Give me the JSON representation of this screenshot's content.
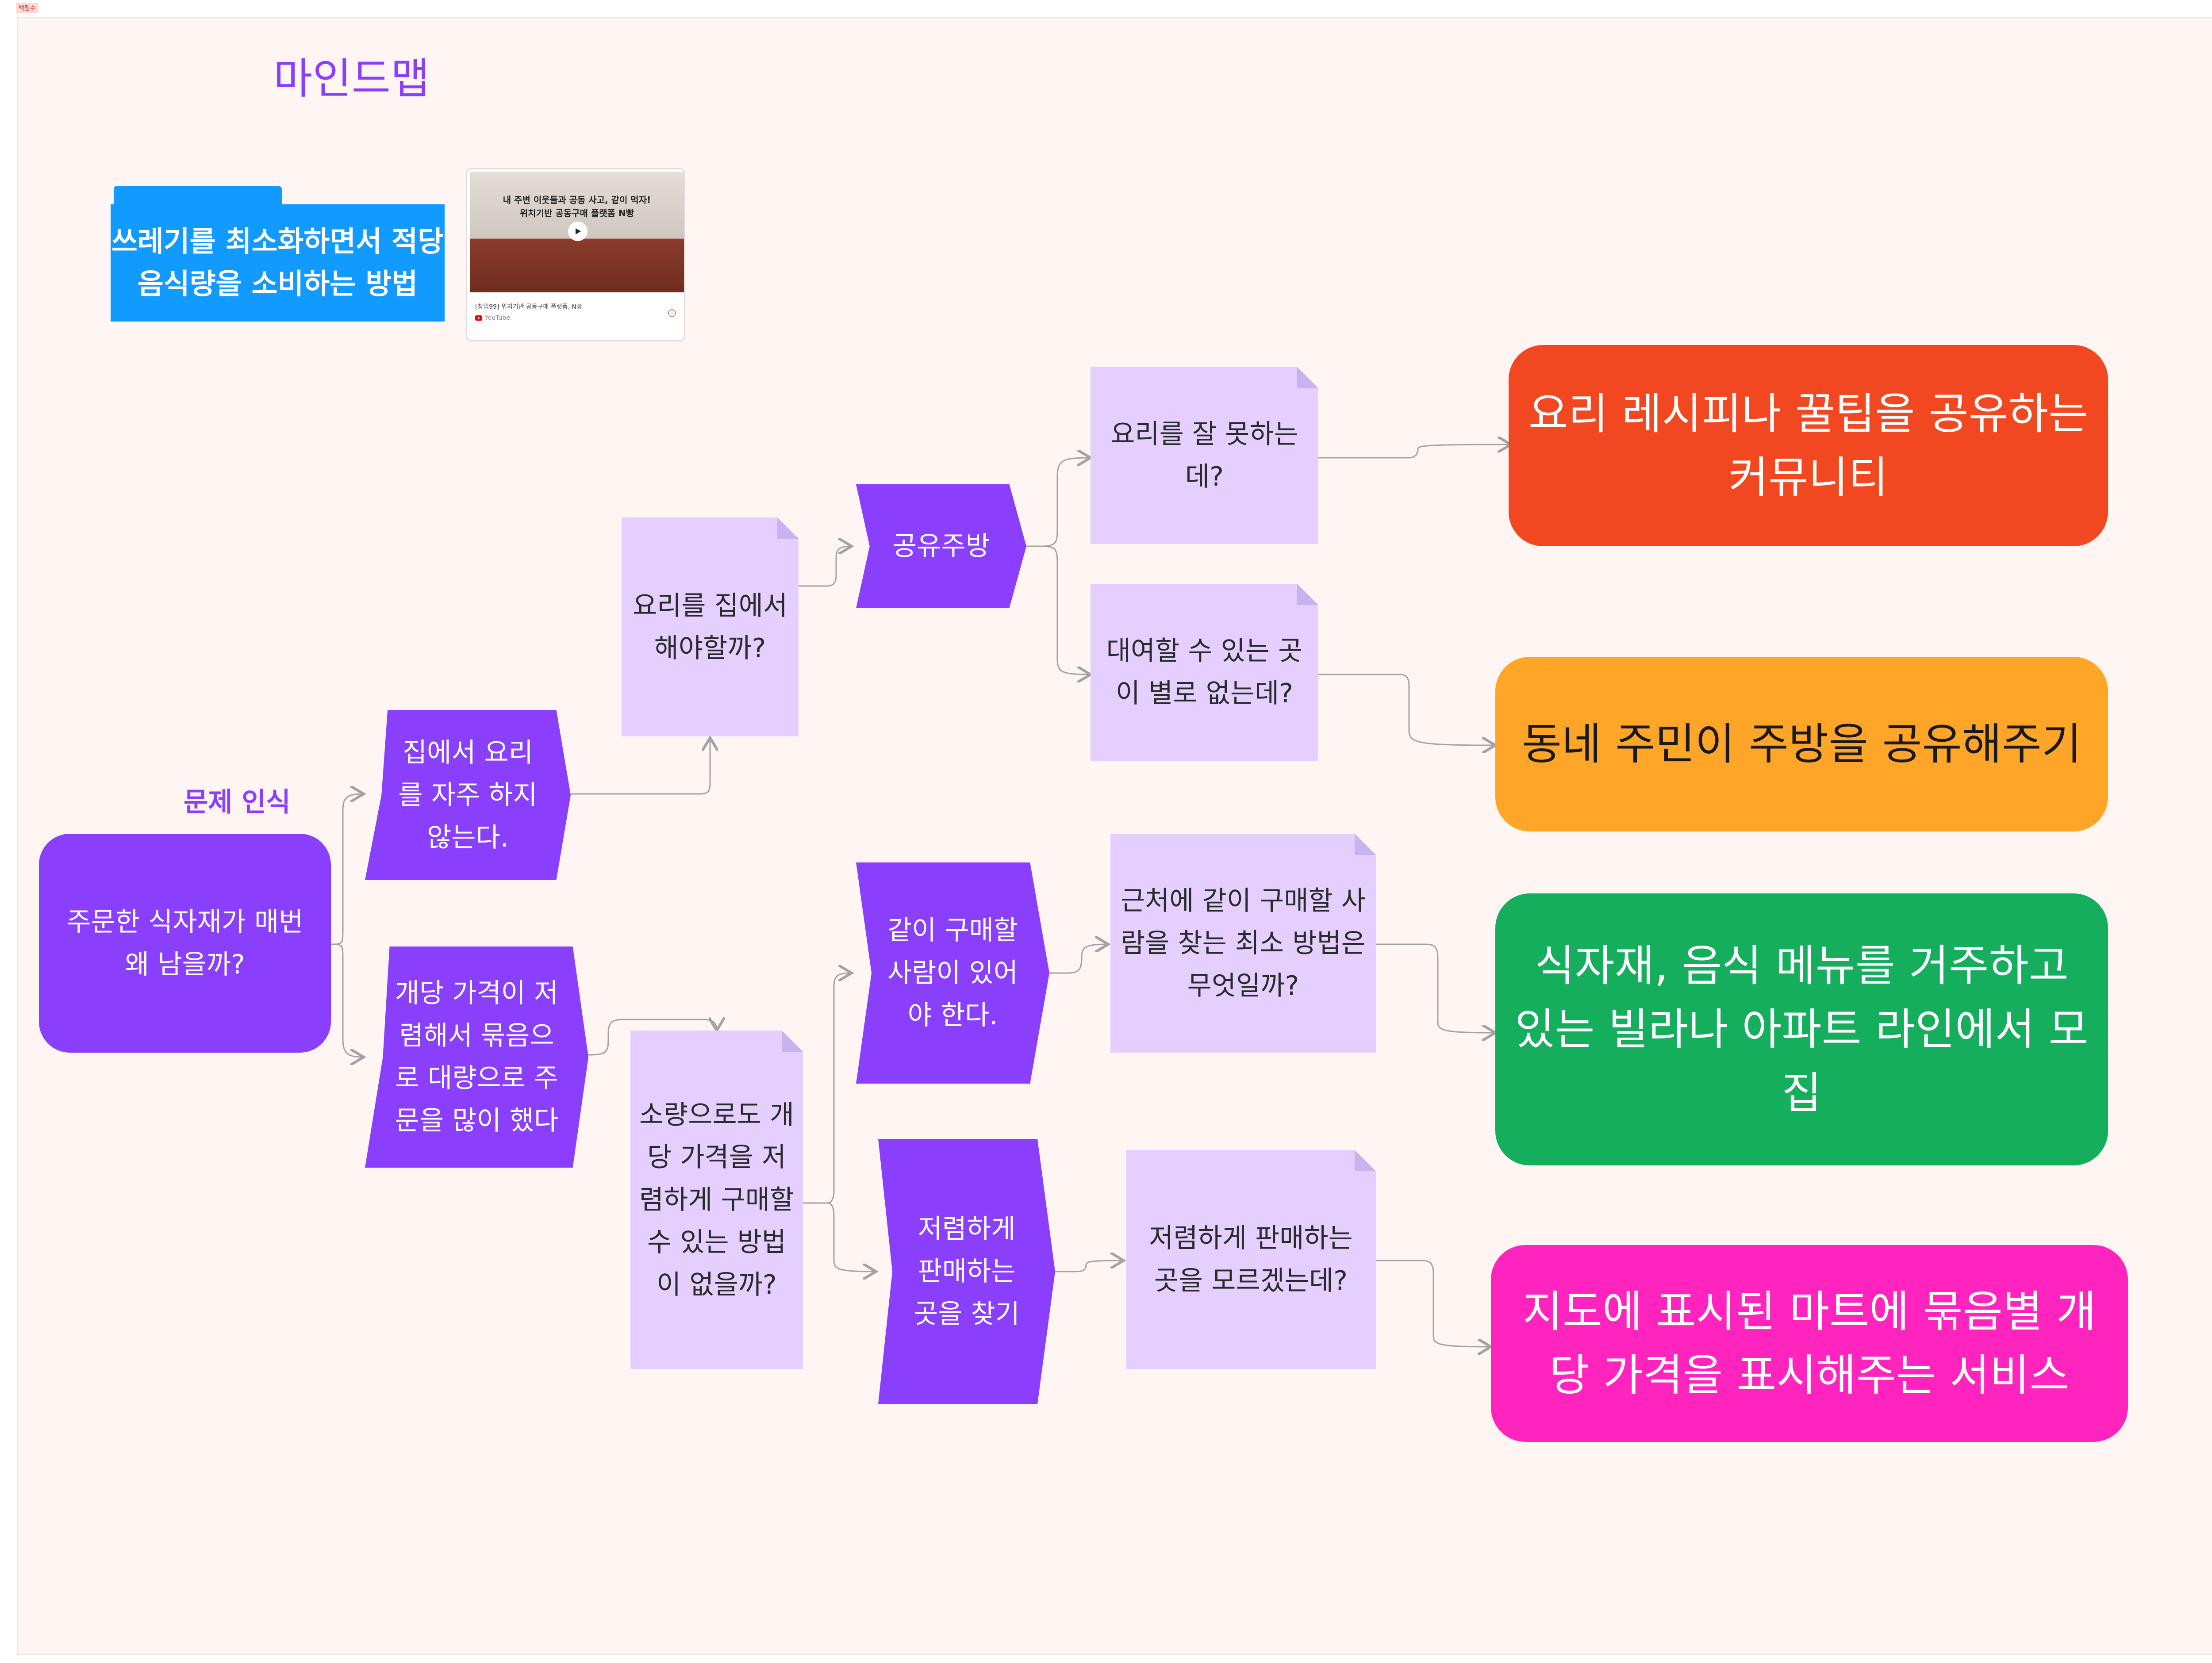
{
  "frame_tag": "백림수",
  "title": "마인드맵",
  "topic": "쓰레기를 최소화하면서 적당 음식량을 소비하는 방법",
  "video_card": {
    "headline_line1": "내 주변 이웃들과 공동 사고, 같이 먹자!",
    "headline_line2": "위치기반 공동구매 플랫폼 N빵",
    "caption": "[창업99] 위치기반 공동구매 플랫폼, N빵",
    "source": "YouTube"
  },
  "problem_label": "문제 인식",
  "root": "주문한 식자재가 매번 왜 남을까?",
  "nodes": {
    "cause1": "집에서 요리를 자주 하지 않는다.",
    "cause2": "개당 가격이 저렴해서 묶음으로 대량으로 주문을 많이 했다",
    "question1": "요리를 집에서 해야할까?",
    "question2": "소량으로도 개당 가격을 저렴하게 구매할 수 있는 방법이 없을까?",
    "idea1": "공유주방",
    "idea2": "같이 구매할 사람이 있어야 한다.",
    "idea3": "저렴하게 판매하는 곳을 찾기",
    "concern1": "요리를 잘 못하는데?",
    "concern2": "대여할 수 있는 곳이 별로 없는데?",
    "concern3": "근처에 같이 구매할 사람을 찾는 최소 방법은 무엇일까?",
    "concern4": "저렴하게 판매하는 곳을 모르겠는데?"
  },
  "results": [
    {
      "text": "요리 레시피나 꿀팁을 공유하는 커뮤니티",
      "color": "#f24822"
    },
    {
      "text": "동네 주민이 주방을 공유해주기",
      "color": "#ffa629"
    },
    {
      "text": "식자재, 음식 메뉴를 거주하고 있는 빌라나 아파트 라인에서 모집",
      "color": "#14ae5c"
    },
    {
      "text": "지도에 표시된 마트에 묶음별 개당 가격을 표시해주는 서비스",
      "color": "#ff24bd"
    }
  ],
  "colors": {
    "accent": "#8a3ffc",
    "sticky": "#e4cfff",
    "folder": "#119aff",
    "canvas": "#fff6f4",
    "connector": "#a3a3a3"
  }
}
